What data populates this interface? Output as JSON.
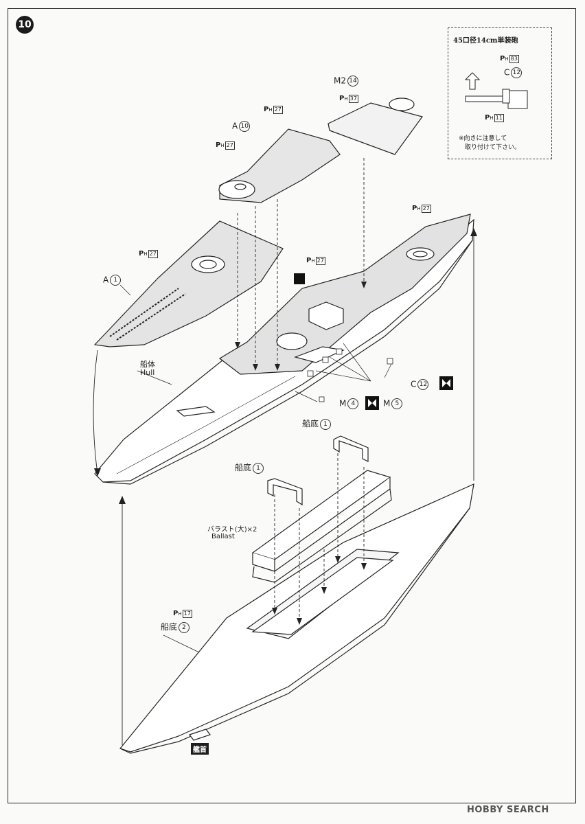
{
  "step": {
    "number": "10"
  },
  "note": {
    "title": "45口径14cm単装砲",
    "part_ph83": "83",
    "part_c": "C",
    "part_c_num": "12",
    "part_ph11": "11",
    "text": "※向きに注意して\n　取り付けて下さい。"
  },
  "labels": {
    "m2": "M2",
    "m2_num": "14",
    "a10": "A",
    "a10_num": "10",
    "a1": "A",
    "a1_num": "1",
    "hull_jp": "船体",
    "hull_en": "Hull",
    "c12": "C",
    "c12_num": "12",
    "m4": "M",
    "m4_num": "4",
    "m5": "M",
    "m5_num": "5",
    "bottom1a": "船底",
    "bottom1a_num": "1",
    "bottom1b": "船底",
    "bottom1b_num": "1",
    "ballast_jp": "バラスト(大)×2",
    "ballast_en": "Ballast",
    "bottom2": "船底",
    "bottom2_num": "2",
    "bow": "艦首"
  },
  "ptags": {
    "p": "P",
    "h": "H",
    "ph27a": "27",
    "ph27b": "27",
    "ph37": "37",
    "ph27c": "27",
    "ph27d": "27",
    "ph27e": "27",
    "ph17": "17"
  },
  "watermark": "HOBBY SEARCH"
}
